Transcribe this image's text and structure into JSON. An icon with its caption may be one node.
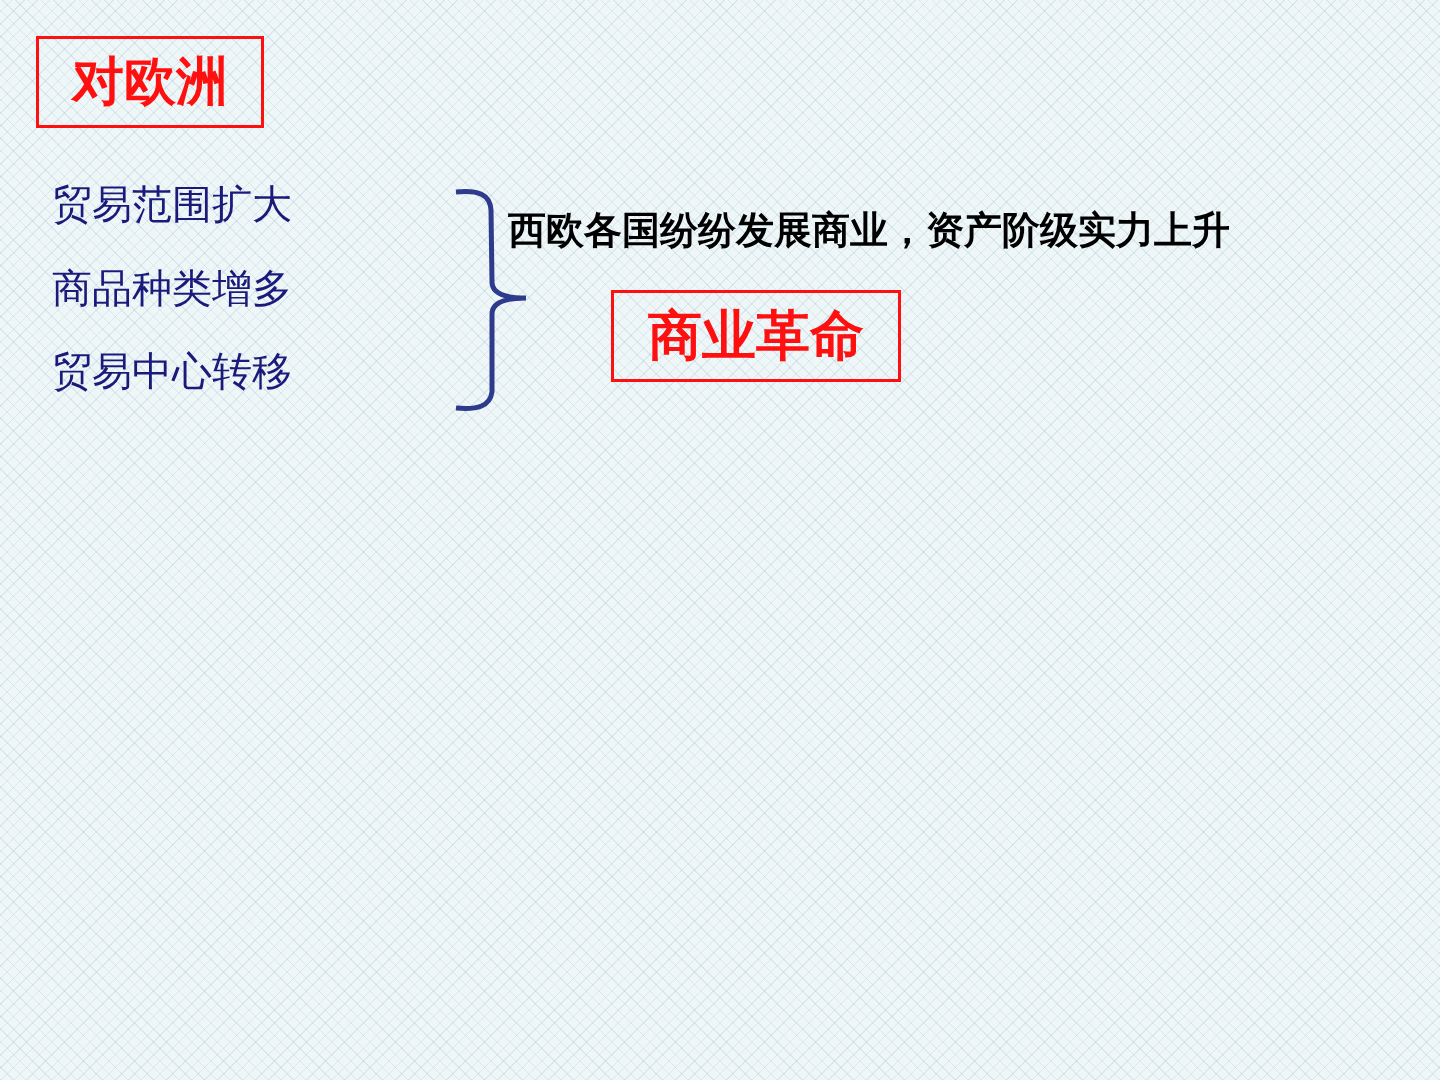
{
  "diagram": {
    "nodes": [
      {
        "text": [
          "对欧洲"
        ]
      },
      {
        "text": [
          "商业革命"
        ]
      }
    ],
    "labels": [
      "贸易范围扩大",
      "商品种类增多",
      "贸易中心转移",
      "西欧各国纷纷发展商业，资产阶级实力上升"
    ]
  }
}
